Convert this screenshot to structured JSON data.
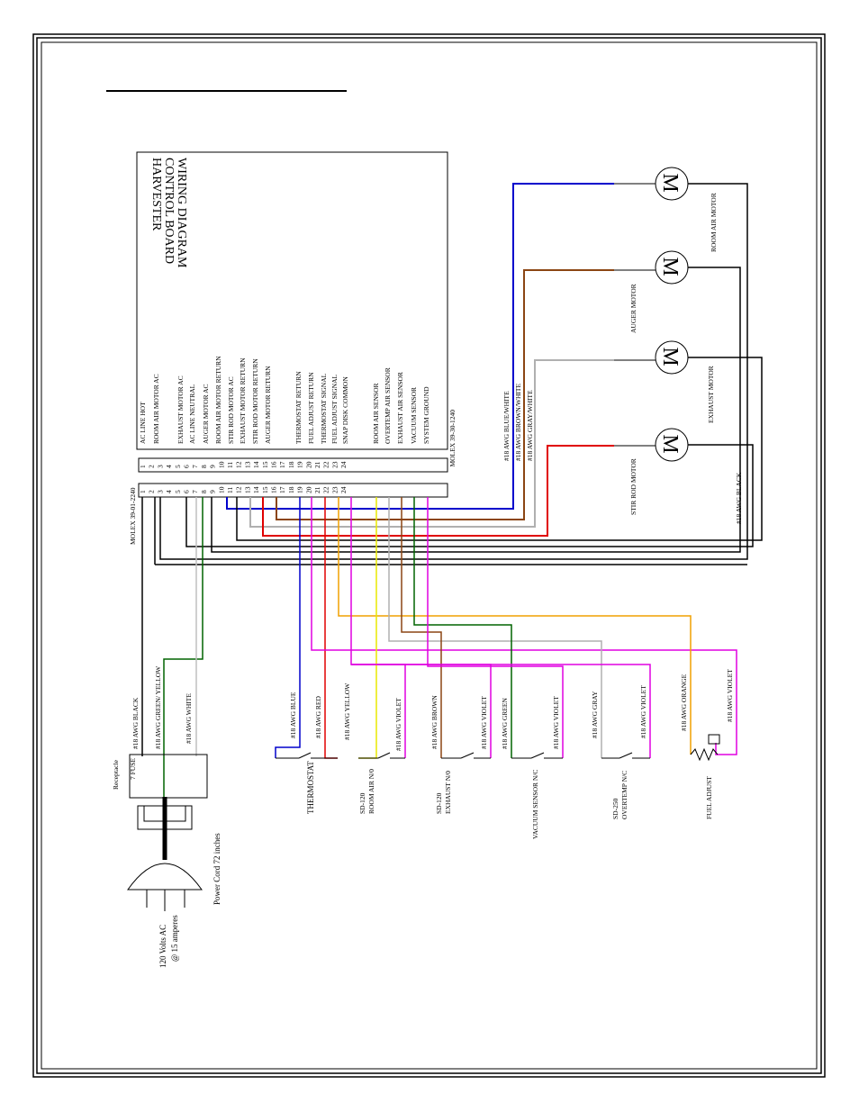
{
  "title": [
    "HARVESTER",
    "CONTROL BOARD",
    "WIRING DIAGRAM"
  ],
  "board_functions": [
    "AC LINE HOT",
    "ROOM AIR MOTOR AC",
    "",
    "",
    "EXHAUST MOTOR AC",
    "AC LINE NEUTRAL",
    "AUGER MOTOR AC",
    "ROOM AIR MOTOR RETURN",
    "STIR ROD MOTOR AC",
    "EXHAUST MOTOR RETURN",
    "STIR ROD MOTOR RETURN",
    "AUGER MOTOR RETURN",
    "",
    "",
    "THERMOSTAT RETURN",
    "FUEL ADJUST RETURN",
    "THERMOSTAT SIGNAL",
    "FUEL ADJUST SIGNAL",
    "SNAP DISK COMMON",
    "",
    "",
    "ROOM AIR SENSOR",
    "OVERTEMP AIR SENSOR",
    "EXHAUST AIR SENSOR",
    "VACUUM SENSOR",
    "SYSTEM GROUND"
  ],
  "pin_numbers": [
    "1",
    "2",
    "3",
    "4",
    "5",
    "6",
    "7",
    "8",
    "9",
    "10",
    "11",
    "12",
    "13",
    "14",
    "15",
    "16",
    "17",
    "18",
    "19",
    "20",
    "21",
    "22",
    "23",
    "24"
  ],
  "connector_top": "MOLEX 39-30-1240",
  "connector_bottom": "MOLEX 39-01-2240",
  "motors": {
    "symbol": "M",
    "labels": [
      "ROOM AIR MOTOR",
      "AUGER MOTOR",
      "EXHAUST MOTOR",
      "STIR ROD MOTOR"
    ]
  },
  "motor_wires": [
    "#18 AWG BLUE/WHITE",
    "#18 AWG BROWN/WHITE",
    "#18 AWG GRAY/WHITE"
  ],
  "return_wire": "#18 AWG BLACK",
  "power_wires": [
    "#18 AWG BLACK",
    "#18 AWG GREEN/ YELLOW",
    "#18 AWG WHITE"
  ],
  "receptacle": {
    "label": "Receptacle",
    "fuse": "7 FUSE"
  },
  "power_cord": "Power Cord 72 inches",
  "supply": [
    "120 Volts AC",
    "@ 15 amperes"
  ],
  "device_wires": [
    "#18 AWG BLUE",
    "#18 AWG RED",
    "#18 AWG YELLOW",
    "#18 AWG VIOLET",
    "#18 AWG BROWN",
    "#18 AWG VIOLET",
    "#18 AWG GREEN",
    "#18 AWG VIOLET",
    "#18 AWG GRAY",
    "#18 AWG VIOLET",
    "#18 AWG ORANGE",
    "#18 AWG VIOLET"
  ],
  "devices": {
    "thermostat": "THERMOSTAT",
    "room_air": [
      "SD-120",
      "ROOM AIR N/0"
    ],
    "exhaust": [
      "SD-120",
      "EXHAUST N/0"
    ],
    "vacuum": "VACUUM SENSOR N/C",
    "overtemp": [
      "SD-250",
      "OVERTEMP N/C"
    ],
    "fuel": "FUEL ADJUST"
  },
  "colors": {
    "blue": "#0000cc",
    "brown": "#8b4513",
    "gray": "#b0b0b0",
    "red": "#e00000",
    "green": "#006400",
    "magenta": "#e000e0",
    "yellow": "#e8e800",
    "orange": "#f0a000",
    "black": "#000000"
  }
}
